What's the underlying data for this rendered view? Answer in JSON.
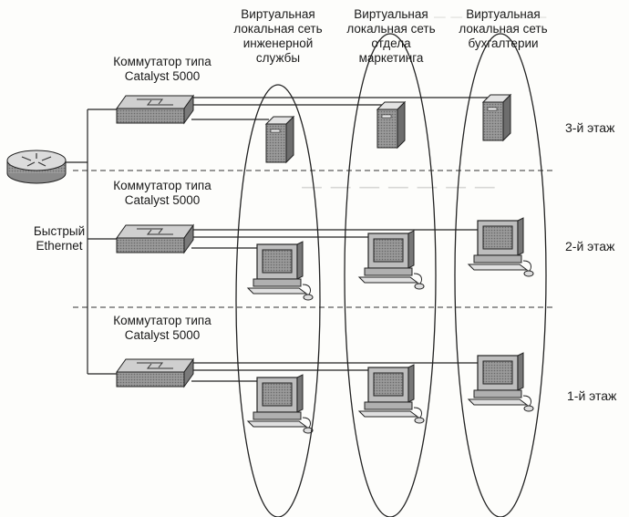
{
  "vlans": [
    {
      "label": "Виртуальная локальная сеть инженерной службы",
      "lines": [
        "Виртуальная",
        "локальная сеть",
        "инженерной",
        "службы"
      ]
    },
    {
      "label": "Виртуальная локальная сеть отдела маркетинга",
      "lines": [
        "Виртуальная",
        "локальная сеть",
        "отдела",
        "маркетинга"
      ]
    },
    {
      "label": "Виртуальная локальная сеть бухгалтерии",
      "lines": [
        "Виртуальная",
        "локальная сеть",
        "бухгалтерии"
      ]
    }
  ],
  "switches": [
    {
      "lines": [
        "Коммутатор типа",
        "Catalyst 5000"
      ]
    },
    {
      "lines": [
        "Коммутатор типа",
        "Catalyst 5000"
      ]
    },
    {
      "lines": [
        "Коммутатор типа",
        "Catalyst 5000"
      ]
    }
  ],
  "ethernet": {
    "lines": [
      "Быстрый",
      "Ethernet"
    ]
  },
  "floors": [
    "3-й этаж",
    "2-й этаж",
    "1-й этаж"
  ],
  "icons": {
    "router": "router-icon",
    "switch": "switch-icon",
    "server": "server-tower-icon",
    "workstation": "workstation-icon"
  }
}
